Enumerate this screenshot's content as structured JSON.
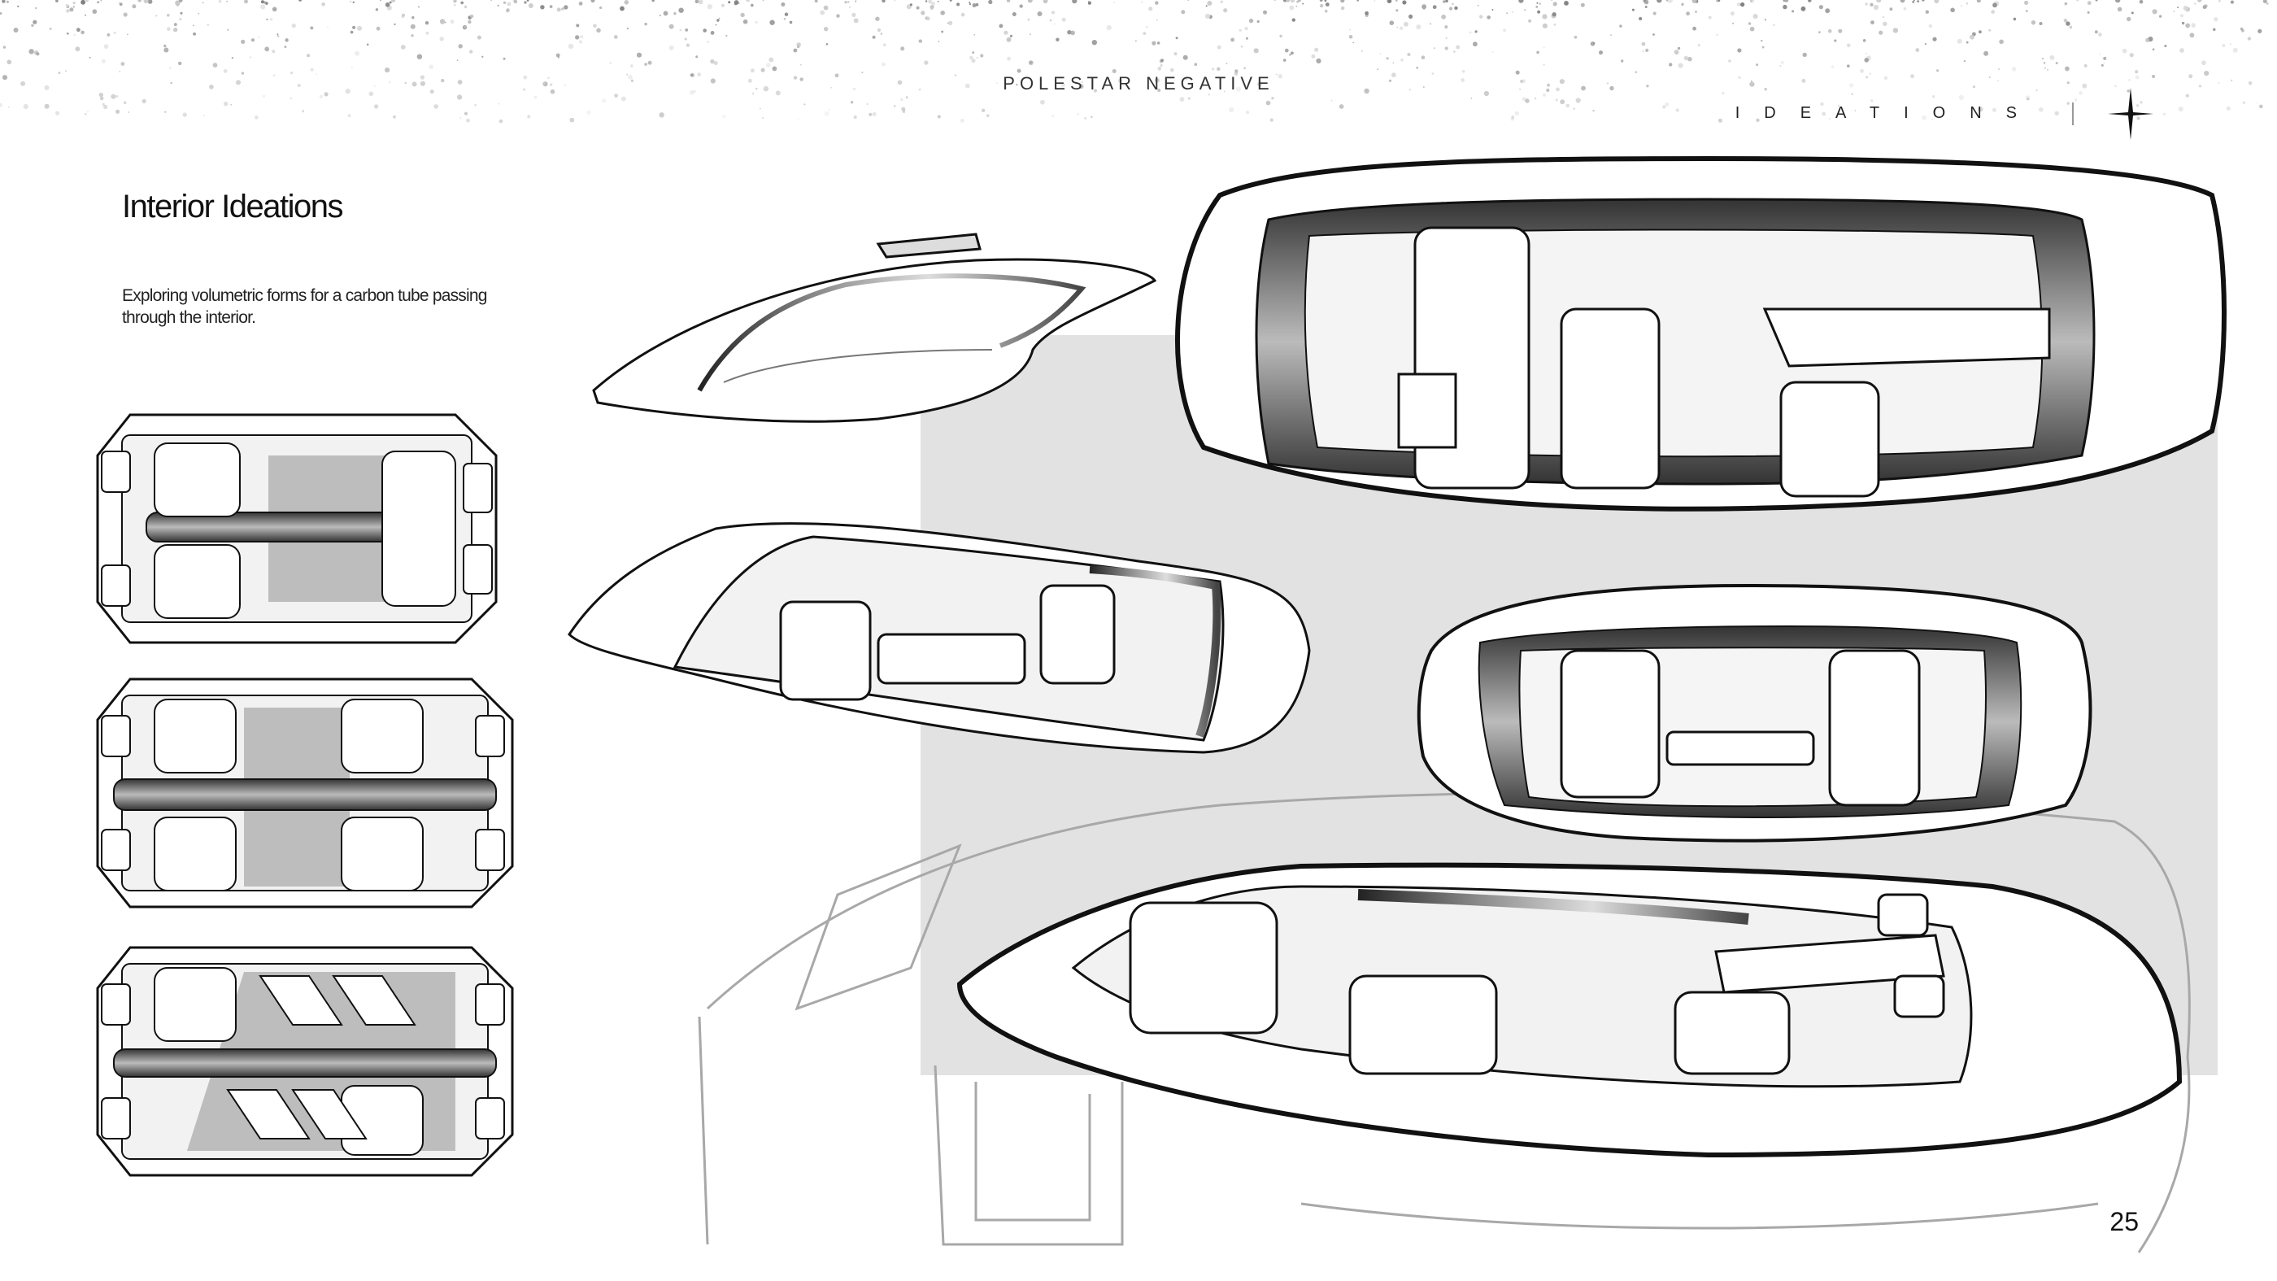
{
  "header": {
    "brand": "POLESTAR NEGATIVE",
    "section": "IDEATIONS",
    "logo_icon": "polestar-star-icon"
  },
  "content": {
    "title": "Interior Ideations",
    "description": "Exploring volumetric forms for a carbon tube passing through the interior."
  },
  "footer": {
    "page_number": "25"
  }
}
